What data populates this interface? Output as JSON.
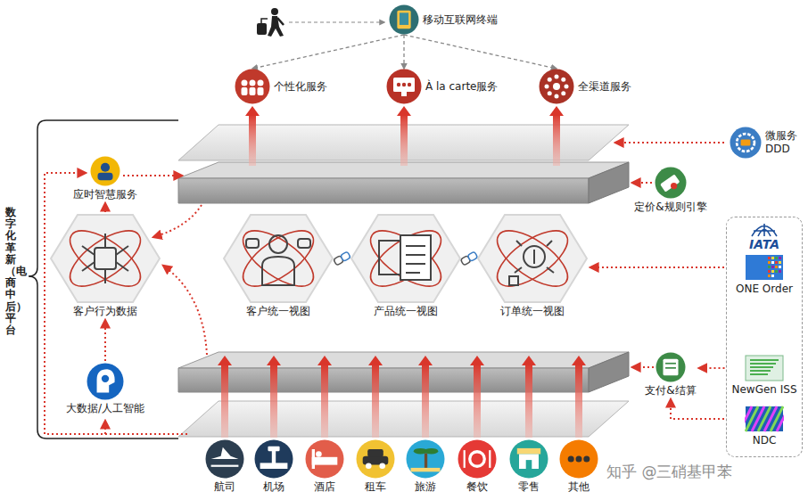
{
  "diagram": {
    "nodes": [
      {
        "text": [
          "移动互联网终端"
        ]
      },
      {
        "text": [
          "个性化服务"
        ]
      },
      {
        "text": [
          "À la carte服务"
        ]
      },
      {
        "text": [
          "全渠道服务"
        ]
      },
      {
        "text": [
          "微服务 DDD"
        ]
      },
      {
        "text": [
          "应时智慧服务"
        ]
      },
      {
        "text": [
          "定价&规则引擎"
        ]
      },
      {
        "text": [
          "客户行为数据"
        ]
      },
      {
        "text": [
          "客户统一视图"
        ]
      },
      {
        "text": [
          "产品统一视图"
        ]
      },
      {
        "text": [
          "订单统一视图"
        ]
      },
      {
        "text": [
          "IATA"
        ]
      },
      {
        "text": [
          "ONE Order"
        ],
        "in": 11
      },
      {
        "text": [
          "支付&结算"
        ]
      },
      {
        "text": [
          "NewGen ISS"
        ],
        "in": 11
      },
      {
        "text": [
          "NDC"
        ],
        "in": 11
      },
      {
        "text": [
          "大数据/人工智能"
        ]
      },
      {
        "text": [
          "航司"
        ]
      },
      {
        "text": [
          "机场"
        ]
      },
      {
        "text": [
          "酒店"
        ]
      },
      {
        "text": [
          "租车"
        ]
      },
      {
        "text": [
          "旅游"
        ]
      },
      {
        "text": [
          "餐饮"
        ]
      },
      {
        "text": [
          "零售"
        ]
      },
      {
        "text": [
          "其他"
        ]
      }
    ],
    "edges": [
      {
        "from": 0,
        "to": 1,
        "arrow": "to"
      },
      {
        "from": 0,
        "to": 2,
        "arrow": "to"
      },
      {
        "from": 0,
        "to": 3,
        "arrow": "to"
      },
      {
        "from": 8,
        "to": 9,
        "arrow": "none"
      },
      {
        "from": 9,
        "to": 10,
        "arrow": "none"
      },
      {
        "from": 12,
        "to": 10,
        "arrow": "to"
      },
      {
        "from": 14,
        "to": 13,
        "arrow": "to"
      },
      {
        "from": 15,
        "to": 13,
        "arrow": "to"
      },
      {
        "from": 16,
        "to": 7,
        "arrow": "to"
      },
      {
        "from": 7,
        "to": 5,
        "arrow": "to"
      }
    ],
    "labels": [
      "数字化革新（电商中后）平台",
      "知乎 @三硝基甲苯"
    ]
  }
}
